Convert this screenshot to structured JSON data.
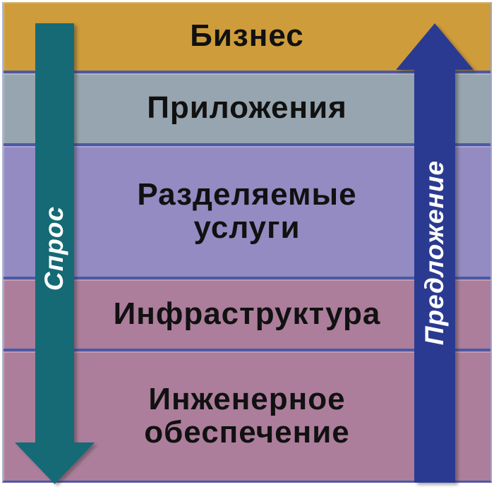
{
  "diagram": {
    "layers": [
      {
        "name": "business",
        "lines": [
          "Бизнес"
        ],
        "color": "#CE9C3B"
      },
      {
        "name": "applications",
        "lines": [
          "Приложения"
        ],
        "color": "#96A5AF"
      },
      {
        "name": "shared-services",
        "lines": [
          "Разделяемые",
          "услуги"
        ],
        "color": "#938BC2"
      },
      {
        "name": "infrastructure",
        "lines": [
          "Инфраструктура"
        ],
        "color": "#AC7E9B"
      },
      {
        "name": "facilities",
        "lines": [
          "Инженерное",
          "обеспечение"
        ],
        "color": "#AC7E9B"
      }
    ],
    "divider_color": "#4C59A4",
    "text_color": "#111111",
    "arrows": {
      "demand": {
        "label": "Спрос",
        "direction": "down",
        "color": "#156A75",
        "label_color": "#FFFFFF"
      },
      "supply": {
        "label": "Предложение",
        "direction": "up",
        "color": "#2B3A91",
        "label_color": "#FFFFFF"
      }
    }
  }
}
